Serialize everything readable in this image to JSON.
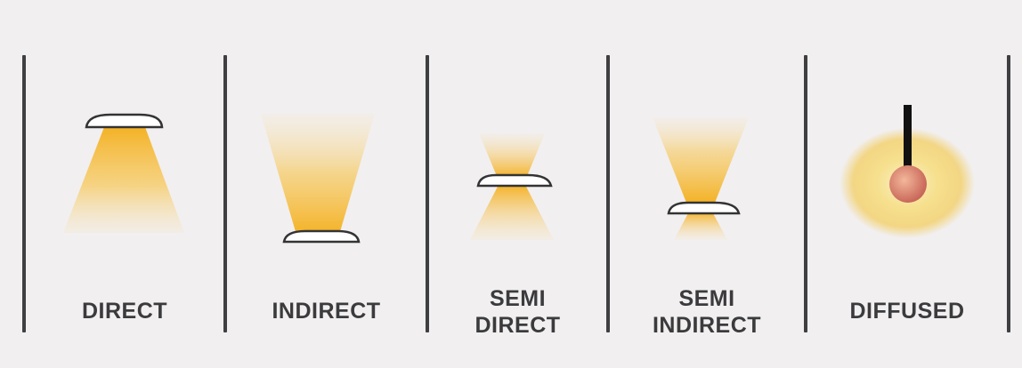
{
  "colors": {
    "background": "#f1eff0",
    "divider": "#3f3f41",
    "light": "#f4b931",
    "text": "#3b3b3d"
  },
  "panels": [
    {
      "id": "direct",
      "lines": [
        "DIRECT"
      ]
    },
    {
      "id": "indirect",
      "lines": [
        "INDIRECT"
      ]
    },
    {
      "id": "semi-direct",
      "lines": [
        "SEMI",
        "DIRECT"
      ]
    },
    {
      "id": "semi-indirect",
      "lines": [
        "SEMI",
        "INDIRECT"
      ]
    },
    {
      "id": "diffused",
      "lines": [
        "DIFFUSED"
      ]
    }
  ]
}
